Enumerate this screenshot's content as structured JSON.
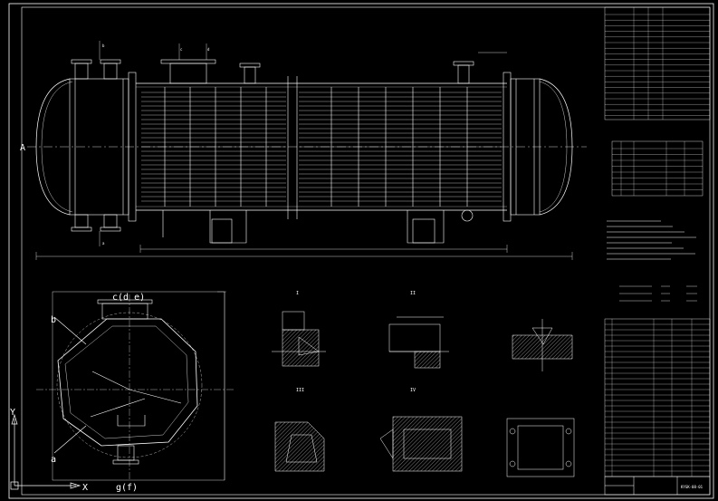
{
  "elevation": {
    "nozzle_letters": [
      "b",
      "c",
      "d",
      "a"
    ],
    "end_label": "A"
  },
  "plan_view": {
    "top_label": "c(d e)",
    "left_label": "b",
    "bottom_left_label": "a",
    "bottom_label": "g(f)"
  },
  "axes": {
    "y_label": "Y",
    "x_label": "X"
  },
  "detail_labels": [
    "I",
    "II",
    "III",
    "IV"
  ],
  "title_block": {
    "drawing_number": "KYGK-08-01"
  },
  "colors": {
    "background": "#000000",
    "lines": "#ffffff"
  }
}
